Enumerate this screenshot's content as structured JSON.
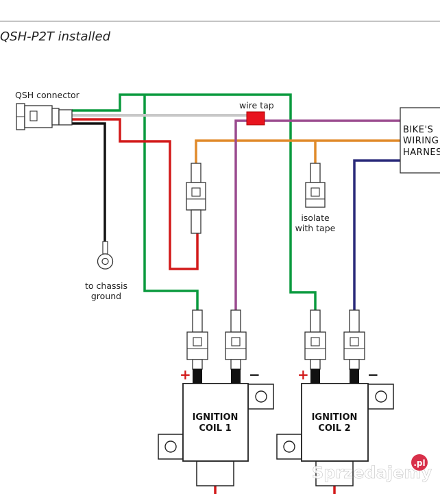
{
  "title": "QSH-P2T installed",
  "labels": {
    "connector": "QSH connector",
    "wire_tap": "wire tap",
    "harness": [
      "BIKE'S",
      "WIRING",
      "HARNES"
    ],
    "isolate": [
      "isolate",
      "with tape"
    ],
    "chassis": [
      "to chassis",
      "ground"
    ],
    "coil1": [
      "IGNITION",
      "COIL 1"
    ],
    "coil2": [
      "IGNITION",
      "COIL 2"
    ],
    "plus": "+",
    "minus": "−"
  },
  "watermark": {
    "text": "Sprzedajemy",
    "badge": ".pl"
  },
  "colors": {
    "green": "#0a9a3e",
    "grey": "#c8c8c8",
    "red": "#d21a1a",
    "black": "#111111",
    "orange": "#e08a2a",
    "purple": "#9a4a8e",
    "navy": "#2a2a7a",
    "wire_tap": "#e8141e",
    "watermark_badge": "#d8304a"
  }
}
